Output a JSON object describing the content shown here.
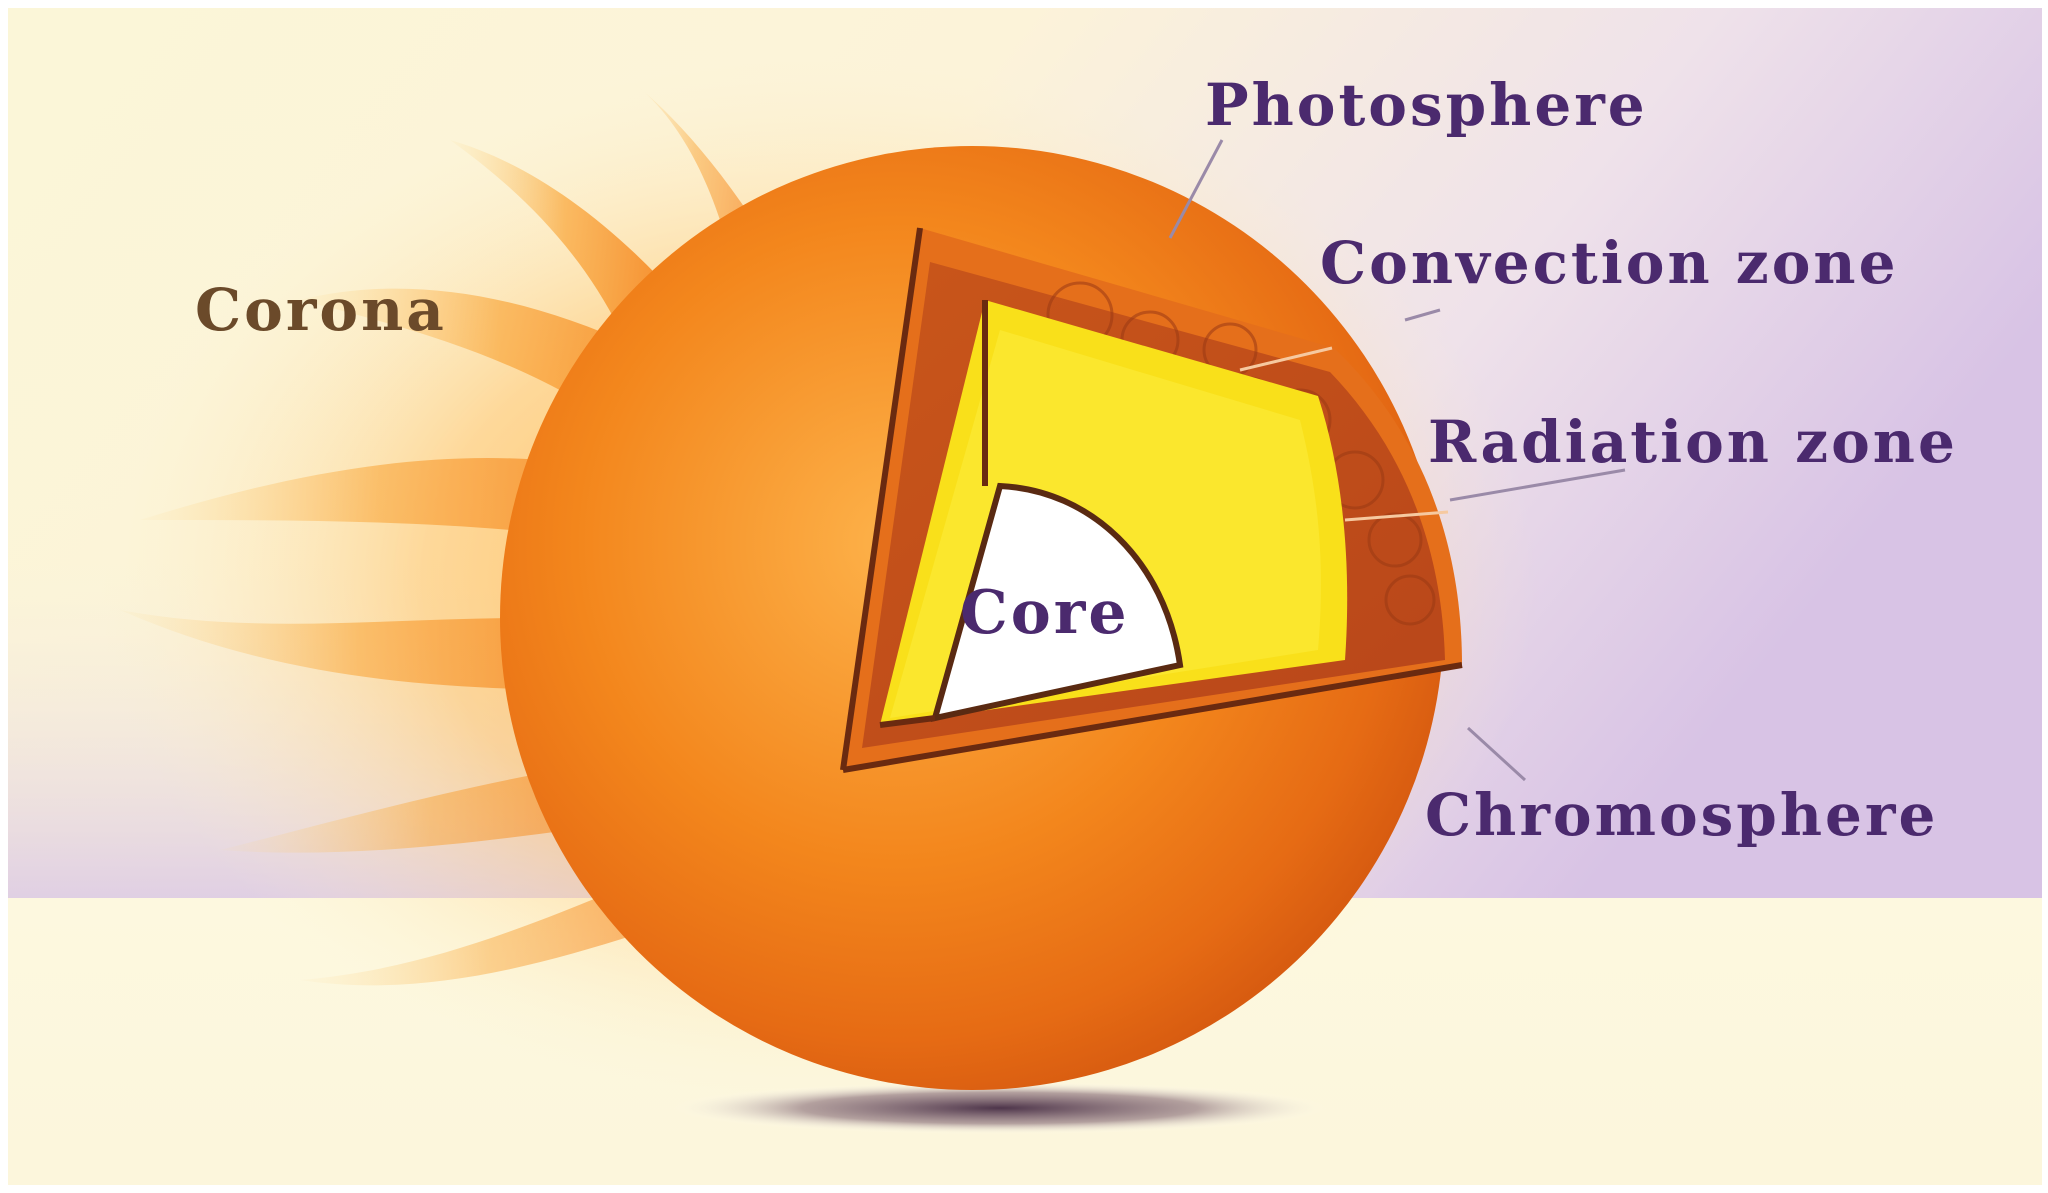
{
  "labels": {
    "photosphere": "Photosphere",
    "convection_zone": "Convection zone",
    "radiation_zone": "Radiation zone",
    "chromosphere": "Chromosphere",
    "corona": "Corona",
    "core": "Core"
  },
  "colors": {
    "label_purple": "#4b2a6e",
    "corona_label": "#6b4a2a",
    "sun_orange": "#f08a1c",
    "radiation_yellow": "#f8e61a",
    "core_white": "#ffffff",
    "background_cream": "#fbf6d6",
    "background_lavender": "#d9c8e6"
  }
}
